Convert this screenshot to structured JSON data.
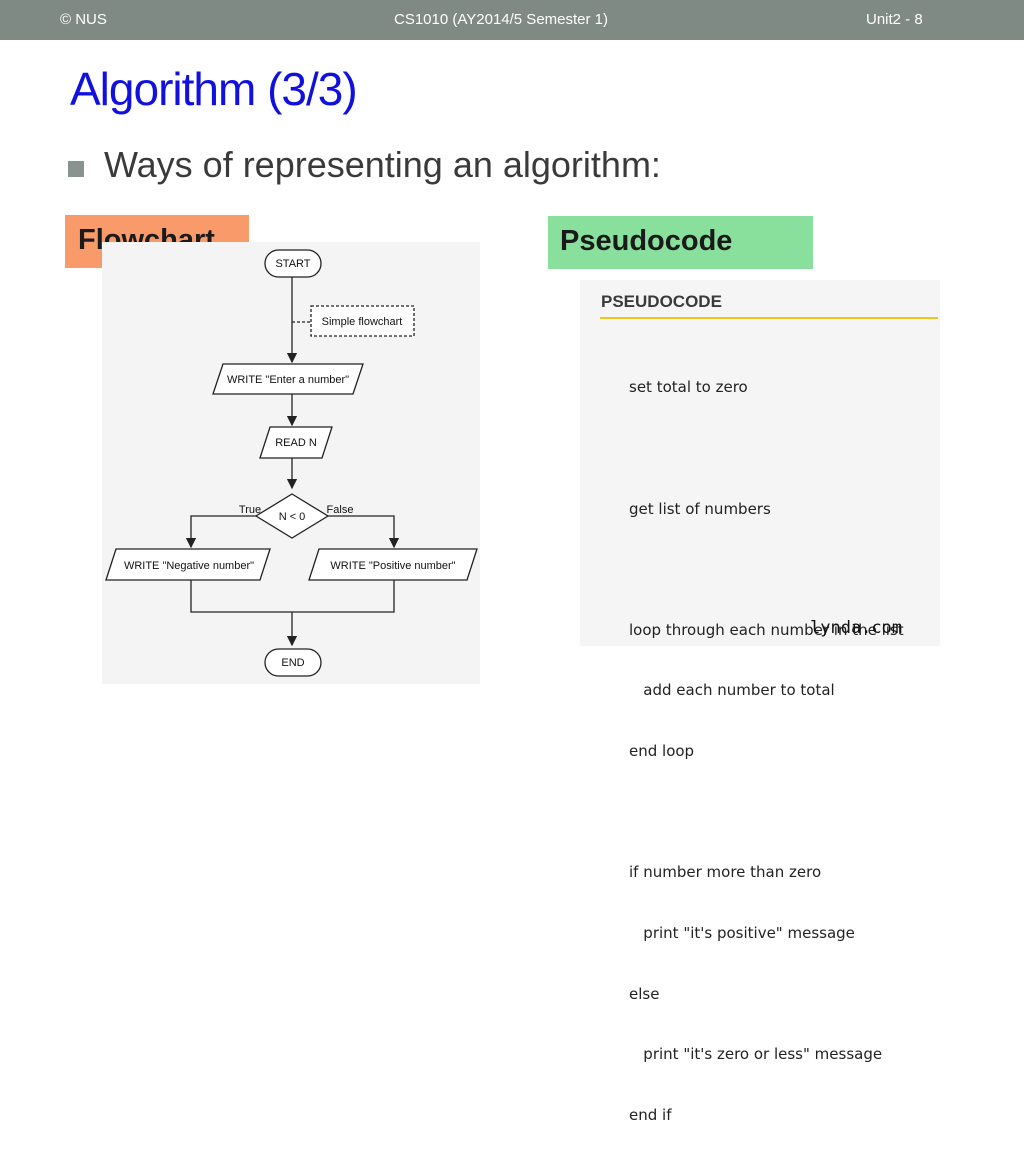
{
  "header": {
    "copyright": "© NUS",
    "course": "CS1010 (AY2014/5 Semester 1)",
    "page": "Unit2 - 8"
  },
  "title": "Algorithm (3/3)",
  "bullet": "Ways of representing an algorithm:",
  "labels": {
    "flowchart": "Flowchart",
    "pseudocode": "Pseudocode"
  },
  "colors": {
    "header_bar": "#7f8a84",
    "title": "#1010e0",
    "flowchart_label": "#f89a6a",
    "pseudocode_label": "#88e09c",
    "pseudocode_rule": "#f0c419"
  },
  "flowchart": {
    "start": "START",
    "comment": "Simple flowchart",
    "write_prompt": "WRITE \"Enter a number\"",
    "read": "READ N",
    "decision": "N < 0",
    "true_label": "True",
    "false_label": "False",
    "write_negative": "WRITE \"Negative number\"",
    "write_positive": "WRITE \"Positive number\"",
    "end": "END"
  },
  "pseudocode": {
    "heading": "PSEUDOCODE",
    "lines": [
      "set total to zero",
      "",
      "get list of numbers",
      "",
      "loop through each number in the list",
      "   add each number to total",
      "end loop",
      "",
      "if number more than zero",
      "   print \"it's positive\" message",
      "else",
      "   print \"it's zero or less\" message",
      "end if"
    ],
    "credit": "lynda.com"
  }
}
